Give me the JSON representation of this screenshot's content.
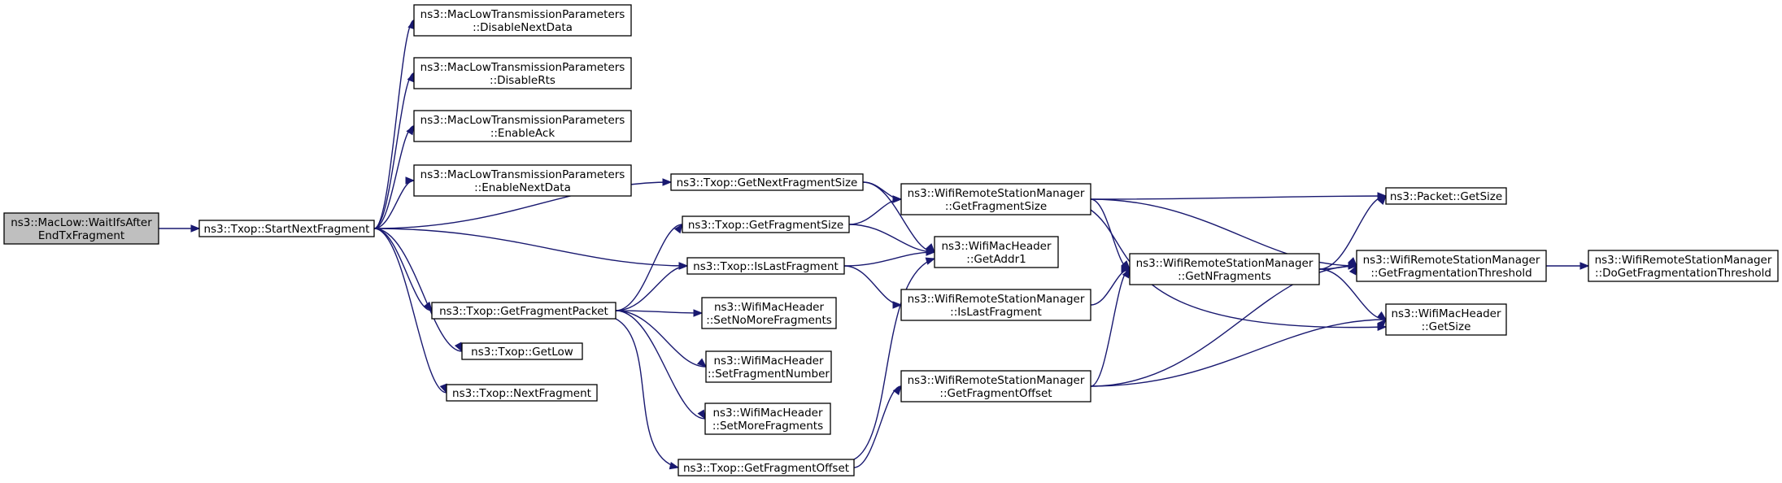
{
  "graph": {
    "colors": {
      "edge": "#191970",
      "root_fill": "#bfbfbf",
      "node_fill": "#ffffff",
      "border": "#000000"
    },
    "nodes": [
      {
        "id": "waitifs",
        "lines": [
          "ns3::MacLow::WaitIfsAfter",
          "EndTxFragment"
        ],
        "root": true
      },
      {
        "id": "startnext",
        "lines": [
          "ns3::Txop::StartNextFragment"
        ]
      },
      {
        "id": "disablenextdata",
        "lines": [
          "ns3::MacLowTransmissionParameters",
          "::DisableNextData"
        ]
      },
      {
        "id": "disablerts",
        "lines": [
          "ns3::MacLowTransmissionParameters",
          "::DisableRts"
        ]
      },
      {
        "id": "enableack",
        "lines": [
          "ns3::MacLowTransmissionParameters",
          "::EnableAck"
        ]
      },
      {
        "id": "enablenextdata",
        "lines": [
          "ns3::MacLowTransmissionParameters",
          "::EnableNextData"
        ]
      },
      {
        "id": "getnextfragsize",
        "lines": [
          "ns3::Txop::GetNextFragmentSize"
        ]
      },
      {
        "id": "getfragsize",
        "lines": [
          "ns3::Txop::GetFragmentSize"
        ]
      },
      {
        "id": "islastfrag",
        "lines": [
          "ns3::Txop::IsLastFragment"
        ]
      },
      {
        "id": "getfragpacket",
        "lines": [
          "ns3::Txop::GetFragmentPacket"
        ]
      },
      {
        "id": "getlow",
        "lines": [
          "ns3::Txop::GetLow"
        ]
      },
      {
        "id": "nextfrag",
        "lines": [
          "ns3::Txop::NextFragment"
        ]
      },
      {
        "id": "setnomorefrags",
        "lines": [
          "ns3::WifiMacHeader",
          "::SetNoMoreFragments"
        ]
      },
      {
        "id": "setfragnumber",
        "lines": [
          "ns3::WifiMacHeader",
          "::SetFragmentNumber"
        ]
      },
      {
        "id": "setmorefrags",
        "lines": [
          "ns3::WifiMacHeader",
          "::SetMoreFragments"
        ]
      },
      {
        "id": "getfragoffset",
        "lines": [
          "ns3::Txop::GetFragmentOffset"
        ]
      },
      {
        "id": "rsm_getfragsize",
        "lines": [
          "ns3::WifiRemoteStationManager",
          "::GetFragmentSize"
        ]
      },
      {
        "id": "getaddr1",
        "lines": [
          "ns3::WifiMacHeader",
          "::GetAddr1"
        ]
      },
      {
        "id": "rsm_islastfrag",
        "lines": [
          "ns3::WifiRemoteStationManager",
          "::IsLastFragment"
        ]
      },
      {
        "id": "rsm_getfragoffset",
        "lines": [
          "ns3::WifiRemoteStationManager",
          "::GetFragmentOffset"
        ]
      },
      {
        "id": "rsm_getnfrags",
        "lines": [
          "ns3::WifiRemoteStationManager",
          "::GetNFragments"
        ]
      },
      {
        "id": "packetgetsize",
        "lines": [
          "ns3::Packet::GetSize"
        ]
      },
      {
        "id": "rsm_getfragthreshold",
        "lines": [
          "ns3::WifiRemoteStationManager",
          "::GetFragmentationThreshold"
        ]
      },
      {
        "id": "machdr_getsize",
        "lines": [
          "ns3::WifiMacHeader",
          "::GetSize"
        ]
      },
      {
        "id": "rsm_dogetfragthreshold",
        "lines": [
          "ns3::WifiRemoteStationManager",
          "::DoGetFragmentationThreshold"
        ]
      }
    ],
    "edges": [
      {
        "from": "waitifs",
        "to": "startnext"
      },
      {
        "from": "startnext",
        "to": "disablenextdata"
      },
      {
        "from": "startnext",
        "to": "disablerts"
      },
      {
        "from": "startnext",
        "to": "enableack"
      },
      {
        "from": "startnext",
        "to": "enablenextdata"
      },
      {
        "from": "startnext",
        "to": "getnextfragsize"
      },
      {
        "from": "startnext",
        "to": "islastfrag"
      },
      {
        "from": "startnext",
        "to": "getfragpacket"
      },
      {
        "from": "startnext",
        "to": "getlow"
      },
      {
        "from": "startnext",
        "to": "nextfrag"
      },
      {
        "from": "getnextfragsize",
        "to": "rsm_getfragsize"
      },
      {
        "from": "getnextfragsize",
        "to": "getaddr1"
      },
      {
        "from": "getfragsize",
        "to": "rsm_getfragsize"
      },
      {
        "from": "getfragsize",
        "to": "getaddr1"
      },
      {
        "from": "islastfrag",
        "to": "getaddr1"
      },
      {
        "from": "islastfrag",
        "to": "rsm_islastfrag"
      },
      {
        "from": "getfragpacket",
        "to": "getfragsize"
      },
      {
        "from": "getfragpacket",
        "to": "islastfrag"
      },
      {
        "from": "getfragpacket",
        "to": "setnomorefrags"
      },
      {
        "from": "getfragpacket",
        "to": "setfragnumber"
      },
      {
        "from": "getfragpacket",
        "to": "setmorefrags"
      },
      {
        "from": "getfragpacket",
        "to": "getfragoffset"
      },
      {
        "from": "getfragoffset",
        "to": "getaddr1"
      },
      {
        "from": "getfragoffset",
        "to": "rsm_getfragoffset"
      },
      {
        "from": "rsm_getfragsize",
        "to": "packetgetsize"
      },
      {
        "from": "rsm_getfragsize",
        "to": "rsm_getnfrags"
      },
      {
        "from": "rsm_getfragsize",
        "to": "rsm_getfragthreshold"
      },
      {
        "from": "rsm_getfragsize",
        "to": "machdr_getsize"
      },
      {
        "from": "rsm_islastfrag",
        "to": "rsm_getnfrags"
      },
      {
        "from": "rsm_getfragoffset",
        "to": "rsm_getnfrags"
      },
      {
        "from": "rsm_getfragoffset",
        "to": "rsm_getfragthreshold"
      },
      {
        "from": "rsm_getfragoffset",
        "to": "machdr_getsize"
      },
      {
        "from": "rsm_getnfrags",
        "to": "packetgetsize"
      },
      {
        "from": "rsm_getnfrags",
        "to": "rsm_getfragthreshold"
      },
      {
        "from": "rsm_getnfrags",
        "to": "machdr_getsize"
      },
      {
        "from": "rsm_getfragthreshold",
        "to": "rsm_dogetfragthreshold"
      }
    ]
  }
}
